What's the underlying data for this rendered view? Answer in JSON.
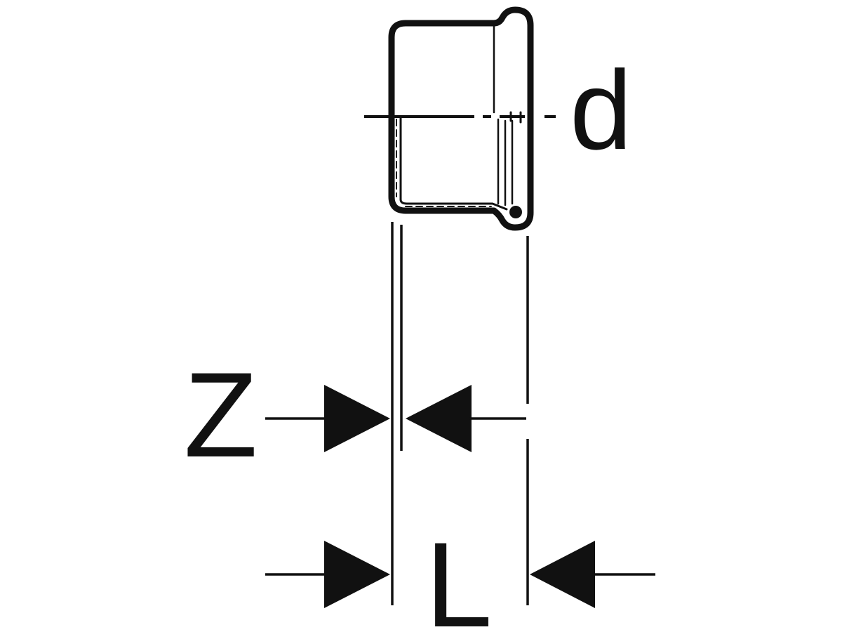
{
  "labels": {
    "diameter": "d",
    "z_dimension": "Z",
    "length": "L"
  },
  "colors": {
    "ink": "#111111",
    "background": "#ffffff"
  }
}
